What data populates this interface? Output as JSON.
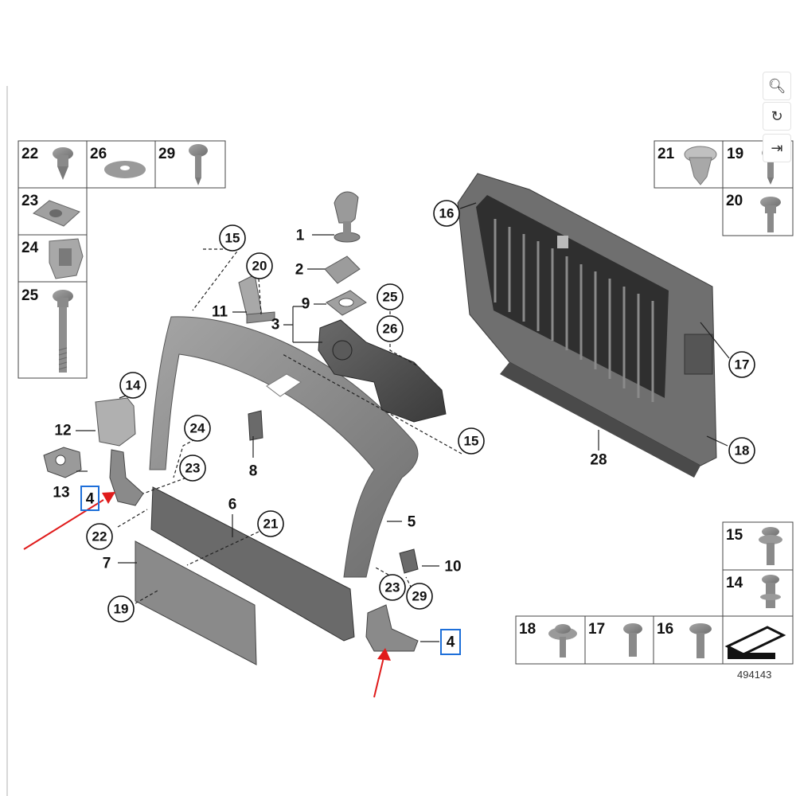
{
  "callouts": {
    "c15a": "15",
    "c20": "20",
    "c25": "25",
    "c26": "26",
    "c14": "14",
    "c24": "24",
    "c23a": "23",
    "c22": "22",
    "c21": "21",
    "c19": "19",
    "c23b": "23",
    "c29": "29",
    "c15b": "15",
    "c16": "16",
    "c17": "17",
    "c18": "18"
  },
  "labels": {
    "l1": "1",
    "l2": "2",
    "l3": "3",
    "l9": "9",
    "l11": "11",
    "l12": "12",
    "l13": "13",
    "l4a": "4",
    "l8": "8",
    "l6": "6",
    "l5": "5",
    "l7": "7",
    "l10": "10",
    "l4b": "4",
    "l28": "28"
  },
  "legend_left": {
    "p22": "22",
    "p26": "26",
    "p29": "29",
    "p23": "23",
    "p24": "24",
    "p25": "25"
  },
  "legend_right": {
    "p21": "21",
    "p19": "19",
    "p20": "20",
    "p15": "15",
    "p14": "14",
    "p18": "18",
    "p17": "17",
    "p16": "16"
  },
  "reference_number": "494143",
  "toolbar": {
    "search_icon": "search-icon",
    "rotate_icon": "rotate-icon",
    "collapse_icon": "collapse-panel-icon"
  },
  "colors": {
    "part_fill": "#8e8e8e",
    "part_dark": "#555555",
    "highlight_box": "#1e6fd9",
    "arrow": "#e01b1b"
  }
}
